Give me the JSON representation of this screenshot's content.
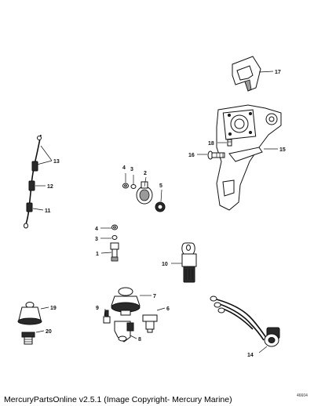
{
  "footer": {
    "caption": "MercuryPartsOnline v2.5.1 (Image Copyright- Mercury Marine)",
    "drawing_id": "46604"
  },
  "callouts": {
    "c1": "1",
    "c2": "2",
    "c3a": "3",
    "c3b": "3",
    "c4a": "4",
    "c4b": "4",
    "c5": "5",
    "c6": "6",
    "c7": "7",
    "c8": "8",
    "c9": "9",
    "c10": "10",
    "c11": "11",
    "c12": "12",
    "c13": "13",
    "c14": "14",
    "c15": "15",
    "c16": "16",
    "c17": "17",
    "c18": "18",
    "c19": "19",
    "c20": "20"
  }
}
